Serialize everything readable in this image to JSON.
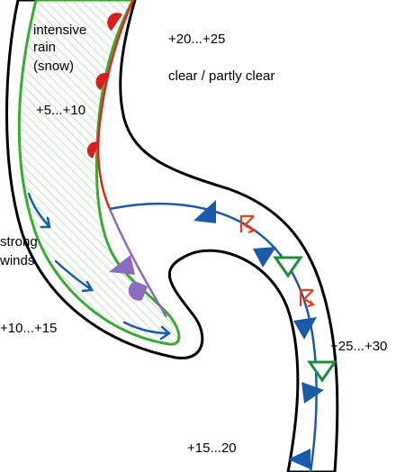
{
  "labels": {
    "intensive_line1": "intensive",
    "intensive_line2": "rain",
    "intensive_line3": "(snow)",
    "temp_upper_left": "+5...+10",
    "temp_top_right": "+20...+25",
    "sky": "clear / partly clear",
    "winds_line1": "strong",
    "winds_line2": "winds",
    "temp_left": "+10...+15",
    "temp_right": "+25...+30",
    "temp_bottom": "+15...20"
  },
  "colors": {
    "cloud_outline": "#000000",
    "rain_band_outline": "#3aaa35",
    "rain_hatch": "#7fce7a",
    "warm_front": "#e8221b",
    "warm_front_marks": "#d81e1e",
    "cold_front": "#1a5aa8",
    "occluded_front": "#8a6bbf",
    "wind_arrows": "#1a5aa8",
    "thunderstorm_symbol": "#e8421b",
    "shower_symbol": "#1e8c3a"
  },
  "symbols": {
    "warm_front": "semicircle-marks",
    "cold_front": "triangle-marks",
    "occluded_front": "alternating-triangle-semicircle",
    "wind": "arrow-icon",
    "thunderstorm": "thunderstorm-icon",
    "shower": "shower-triangle-icon"
  }
}
